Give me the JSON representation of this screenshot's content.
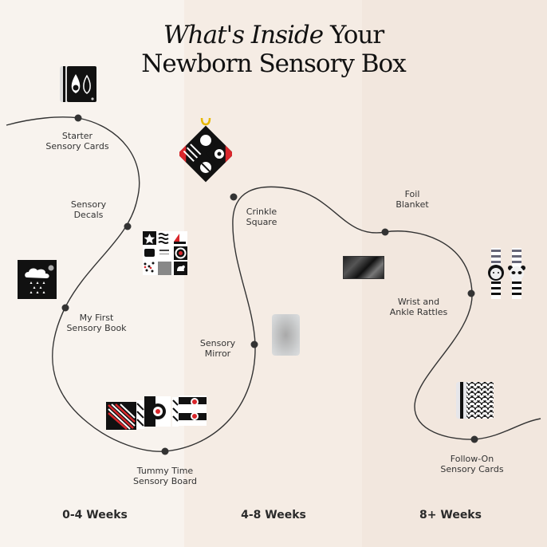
{
  "title": {
    "line1_italic": "What's Inside",
    "line1_rest": " Your",
    "line2": "Newborn Sensory Box"
  },
  "columns": [
    {
      "label": "0-4 Weeks",
      "color": "#f8f3ee"
    },
    {
      "label": "4-8 Weeks",
      "color": "#f5ece4"
    },
    {
      "label": "8+ Weeks",
      "color": "#f2e7de"
    }
  ],
  "milestones": [
    {
      "line1": "Starter",
      "line2": "Sensory Cards",
      "product": "sensory-cards-icon"
    },
    {
      "line1": "Sensory",
      "line2": "Decals",
      "product": "decals-grid-icon"
    },
    {
      "line1": "My First",
      "line2": "Sensory Book",
      "product": "book-icon"
    },
    {
      "line1": "Tummy Time",
      "line2": "Sensory Board",
      "product": "folding-board-icon"
    },
    {
      "line1": "Sensory",
      "line2": "Mirror",
      "product": "mirror-icon"
    },
    {
      "line1": "Crinkle",
      "line2": "Square",
      "product": "crinkle-square-icon"
    },
    {
      "line1": "Foil",
      "line2": "Blanket",
      "product": "foil-blanket-icon"
    },
    {
      "line1": "Wrist and",
      "line2": "Ankle Rattles",
      "product": "rattles-icon"
    },
    {
      "line1": "Follow-On",
      "line2": "Sensory Cards",
      "product": "follow-on-cards-icon"
    }
  ],
  "colors": {
    "path": "#333333",
    "dot": "#333333",
    "accent_red": "#d9262b",
    "text": "#333333"
  }
}
